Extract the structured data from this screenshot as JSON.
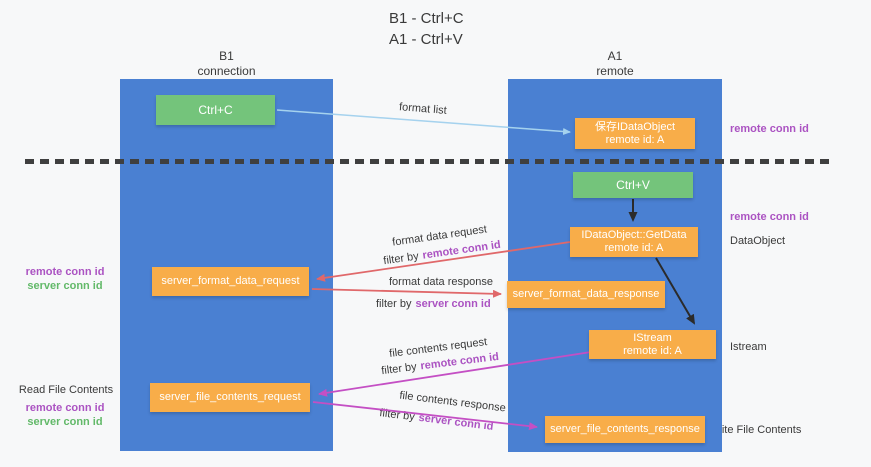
{
  "title": {
    "line1": "B1 - Ctrl+C",
    "line2": "A1 - Ctrl+V"
  },
  "lanes": {
    "left": {
      "name": "B1",
      "subtitle": "connection"
    },
    "right": {
      "name": "A1",
      "subtitle": "remote"
    }
  },
  "nodes": {
    "ctrl_c": "Ctrl+C",
    "save_idataobject": {
      "line1": "保存IDataObject",
      "line2": "remote id: A"
    },
    "ctrl_v": "Ctrl+V",
    "getdata": {
      "line1": "IDataObject::GetData",
      "line2": "remote id: A"
    },
    "server_format_data_request": "server_format_data_request",
    "server_format_data_response": "server_format_data_response",
    "istream": {
      "line1": "IStream",
      "line2": "remote id: A"
    },
    "server_file_contents_request": "server_file_contents_request",
    "server_file_contents_response": "server_file_contents_response"
  },
  "annotations": {
    "right_top_remote_conn": "remote conn id",
    "right_mid_remote_conn": "remote conn id",
    "right_dataobject": "DataObject",
    "right_istream": "Istream",
    "right_write_file": "Write File Contents",
    "left_mid_remote_conn": "remote conn id",
    "left_mid_server_conn": "server conn id",
    "left_read_file": "Read File Contents",
    "left_bottom_remote_conn": "remote conn id",
    "left_bottom_server_conn": "server conn id"
  },
  "flows": {
    "format_list": "format list",
    "format_data_request": {
      "label": "format data request",
      "filter_prefix": "filter by",
      "filter_key": "remote conn id"
    },
    "format_data_response": {
      "label": "format data response",
      "filter_prefix": "filter by",
      "filter_key": "server conn id"
    },
    "file_contents_request": {
      "label": "file contents request",
      "filter_prefix": "filter by",
      "filter_key": "remote conn id"
    },
    "file_contents_response": {
      "label": "file contents response",
      "filter_prefix": "filter by",
      "filter_key": "server conn id"
    }
  },
  "colors": {
    "lane_fill": "#4a80d2",
    "node_orange": "#f8ad49",
    "node_green": "#74c47b",
    "arrow_light_blue": "#a5d2ee",
    "arrow_red": "#e0686a",
    "arrow_magenta": "#c44fc4",
    "arrow_black": "#2b2b2b",
    "text_purple": "#ab53c2",
    "text_green": "#62b969",
    "separator": "#3f3f3f"
  }
}
